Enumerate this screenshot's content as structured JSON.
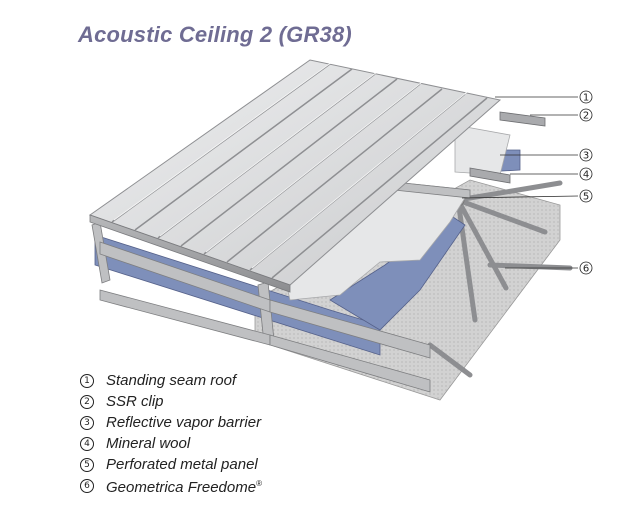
{
  "title": "Acoustic Ceiling 2 (GR38)",
  "callouts": [
    "1",
    "2",
    "3",
    "4",
    "5",
    "6"
  ],
  "legend": [
    {
      "num": "1",
      "label": "Standing seam roof"
    },
    {
      "num": "2",
      "label": "SSR clip"
    },
    {
      "num": "3",
      "label": "Reflective vapor barrier"
    },
    {
      "num": "4",
      "label": "Mineral wool"
    },
    {
      "num": "5",
      "label": "Perforated metal panel"
    },
    {
      "num": "6",
      "label": "Geometrica Freedome",
      "mark": "®"
    }
  ],
  "colors": {
    "title": "#6f6c93",
    "roof_metal": "#d9dadb",
    "insulation": "#7e8fba",
    "vapor_barrier": "#e6e7e8",
    "perforated_panel": "#cfcfcf"
  }
}
